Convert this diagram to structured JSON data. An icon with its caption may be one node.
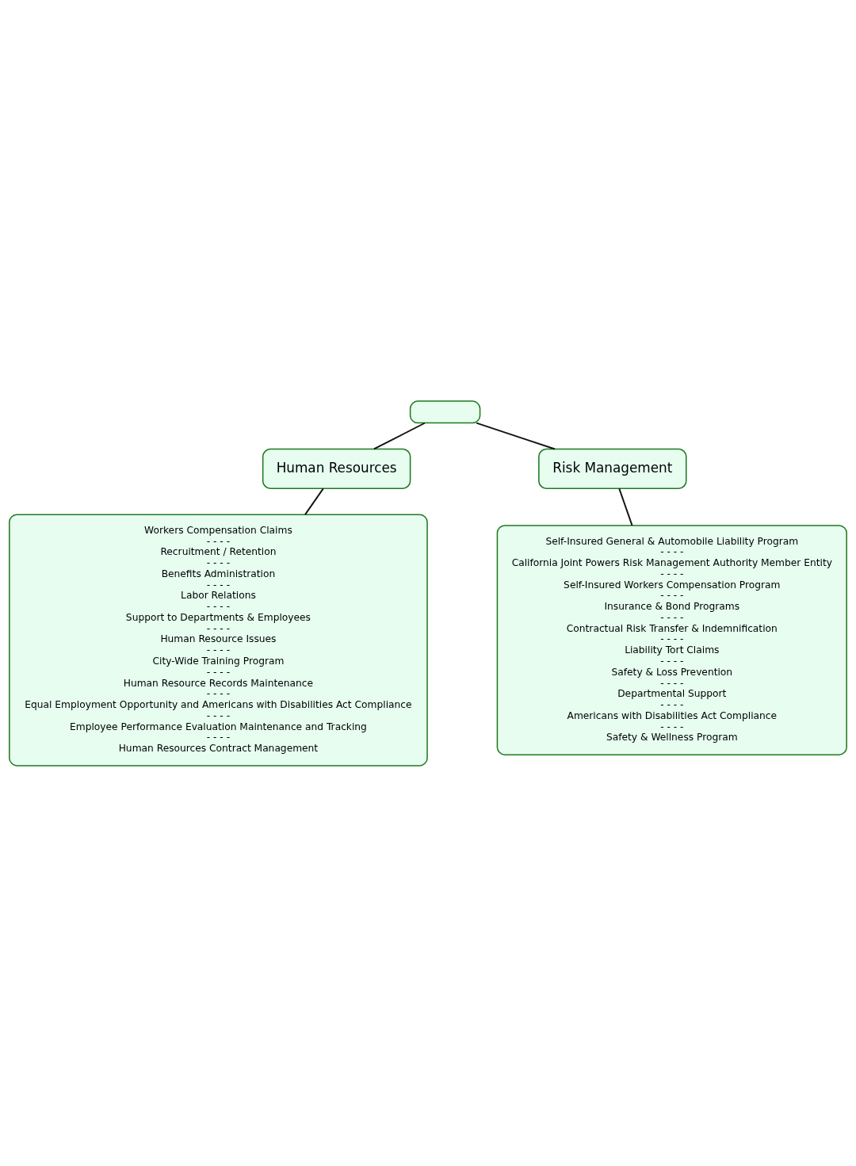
{
  "diagram": {
    "nodes": [
      {
        "text": [],
        "shape": "box"
      },
      {
        "text": [
          "Human Resources"
        ]
      },
      {
        "text": [
          "Risk Management"
        ]
      },
      {
        "text": [
          "Workers Compensation Claims",
          "- - - -",
          "Recruitment / Retention",
          "- - - -",
          "Benefits Administration",
          "- - - -",
          "Labor Relations",
          "- - - -",
          "Support to Departments & Employees",
          "- - - -",
          "Human Resource Issues",
          "- - - -",
          "City-Wide Training Program",
          "- - - -",
          "Human Resource Records Maintenance",
          "- - - -",
          "Equal Employment Opportunity and Americans with Disabilities Act Compliance",
          "- - - -",
          "Employee Performance Evaluation Maintenance and Tracking",
          "- - - -",
          "Human Resources Contract Management"
        ]
      },
      {
        "text": [
          "Self-Insured General & Automobile Liability Program",
          "- - - -",
          "California Joint Powers Risk Management Authority Member Entity",
          "- - - -",
          "Self-Insured Workers Compensation Program",
          "- - - -",
          "Insurance & Bond Programs",
          "- - - -",
          "Contractual Risk Transfer & Indemnification",
          "- - - -",
          "Liability Tort Claims",
          "- - - -",
          "Safety & Loss Prevention",
          "- - - -",
          "Departmental Support",
          "- - - -",
          "Americans with Disabilities Act Compliance",
          "- - - -",
          "Safety & Wellness Program"
        ]
      }
    ],
    "edges": [
      {
        "from": 0,
        "to": 1,
        "arrow": "none"
      },
      {
        "from": 0,
        "to": 2,
        "arrow": "none"
      },
      {
        "from": 1,
        "to": 3,
        "arrow": "none"
      },
      {
        "from": 2,
        "to": 4,
        "arrow": "none"
      }
    ]
  }
}
